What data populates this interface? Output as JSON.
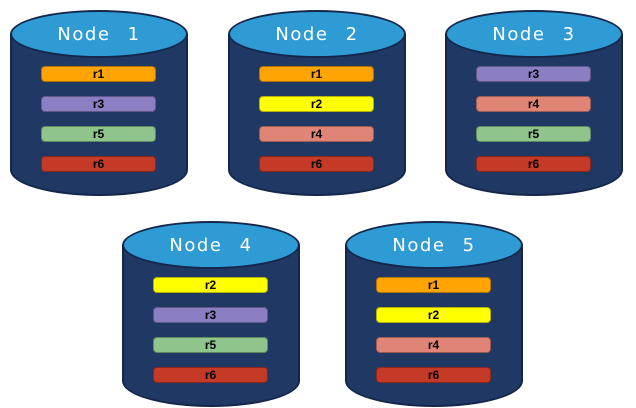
{
  "diagram": {
    "title": "database-nodes-replica-placement",
    "colors": {
      "node_body": "#1F3864",
      "node_top": "#2E9BD5",
      "outline": "#14274A",
      "replica_colors": {
        "r1": "#FFA402",
        "r2": "#FFFF00",
        "r3": "#8C7EC2",
        "r4": "#E08476",
        "r5": "#8FC48C",
        "r6": "#C43A26"
      }
    },
    "nodes": [
      {
        "label": "Node 1",
        "replicas": [
          "r1",
          "r3",
          "r5",
          "r6"
        ]
      },
      {
        "label": "Node 2",
        "replicas": [
          "r1",
          "r2",
          "r4",
          "r6"
        ]
      },
      {
        "label": "Node 3",
        "replicas": [
          "r3",
          "r4",
          "r5",
          "r6"
        ]
      },
      {
        "label": "Node 4",
        "replicas": [
          "r2",
          "r3",
          "r5",
          "r6"
        ]
      },
      {
        "label": "Node 5",
        "replicas": [
          "r1",
          "r2",
          "r4",
          "r6"
        ]
      }
    ]
  }
}
